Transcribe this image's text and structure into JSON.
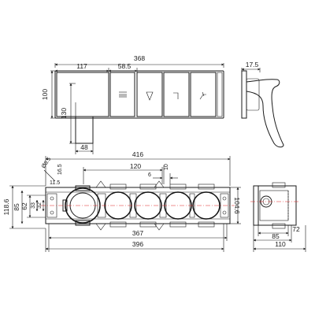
{
  "top_view": {
    "overall_width": "368",
    "handle_width": "117",
    "button_pitch": "58.5",
    "height": "100",
    "handle_height": "130",
    "handle_base": "48",
    "button_icons": [
      "shower-head-icon",
      "hand-shower-icon",
      "spout-icon",
      "rain-shower-icon"
    ]
  },
  "side_view": {
    "depth": "17.5"
  },
  "front_view": {
    "overall_width": "416",
    "spacing_120": "120",
    "dim_10": "10",
    "dim_6": "6",
    "hole_diameter": "Ø8.5",
    "dim_11_5": "11.5",
    "dim_16_5": "16.5",
    "total_height": "118.6",
    "height_85": "85",
    "height_62": "62",
    "height_33": "33",
    "height_32": "32",
    "right_height": "104.6",
    "width_367": "367",
    "width_396": "396"
  },
  "end_view": {
    "dim_72": "72",
    "dim_85": "85",
    "dim_110": "110"
  }
}
